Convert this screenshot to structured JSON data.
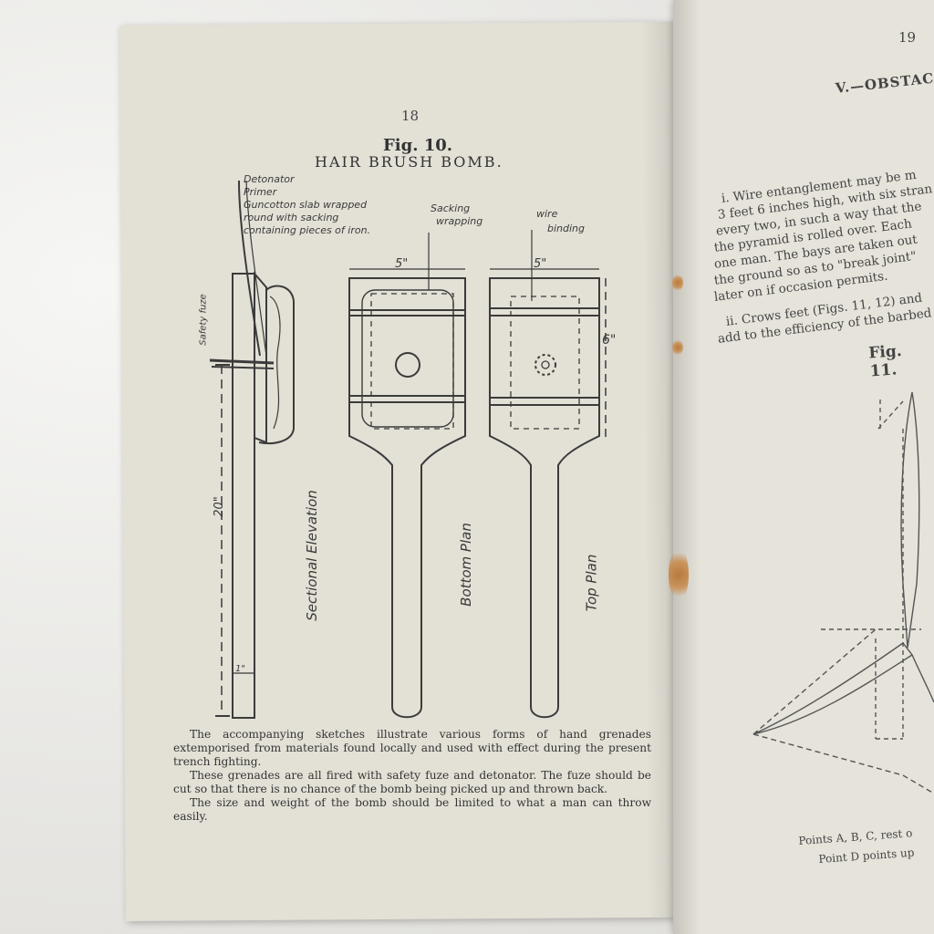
{
  "left_page": {
    "page_number": "18",
    "figure_number": "Fig. 10.",
    "figure_title": "HAIR BRUSH BOMB.",
    "labels": {
      "detonator": "Detonator",
      "primer": "Primer",
      "guncotton_1": "Guncotton slab wrapped",
      "guncotton_2": "round with sacking",
      "guncotton_3": "containing pieces of iron.",
      "sacking_1": "Sacking",
      "sacking_2": "wrapping",
      "wire_1": "wire",
      "wire_2": "binding",
      "dim_5_bottom": "5\"",
      "dim_5_top": "5\"",
      "dim_6": "6\"",
      "dim_20": "20\"",
      "dim_1": "1\"",
      "safety_fuze": "Safety fuze",
      "sectional_elevation": "Sectional Elevation",
      "bottom_plan": "Bottom Plan",
      "top_plan": "Top Plan"
    },
    "paragraphs": [
      "The accompanying sketches illustrate various forms of hand grenades extemporised from materials found locally and used with effect during the present trench fighting.",
      "These grenades are all fired with safety fuze and detonator. The fuze should be cut so that there is no chance of the bomb being picked up and thrown back.",
      "The size and weight of the bomb should be limited to what a man can throw easily."
    ]
  },
  "right_page": {
    "page_number": "19",
    "heading": "V.—OBSTAC",
    "lines": [
      "i. Wire entanglement may be m",
      "3 feet 6 inches high, with six stran",
      "every two, in such a way that the",
      "the pyramid is rolled over. Each",
      "one man. The bays are taken out",
      "the ground so as to \"break joint\"",
      "later on if occasion permits.",
      "ii. Crows feet (Figs. 11, 12) and",
      "add to the efficiency of the barbed"
    ],
    "figure_number": "Fig. 11.",
    "caption_1": "Points A, B, C, rest o",
    "caption_2": "Point D points up"
  }
}
